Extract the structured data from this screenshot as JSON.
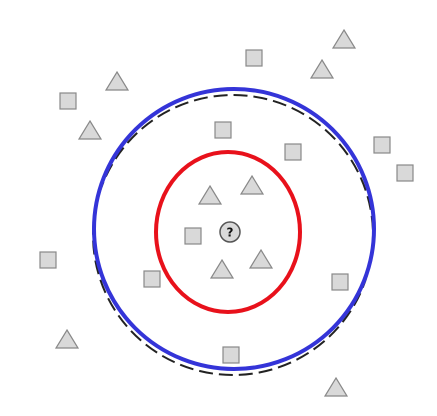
{
  "diagram": {
    "query": {
      "label": "?"
    },
    "colors": {
      "inner_circle": "#e8111b",
      "outer_circle": "#3434d8",
      "dashed_circle": "#222222",
      "shape_fill": "#d9d9d9",
      "shape_stroke": "#888888"
    },
    "shapes": [
      "square",
      "triangle",
      "triangle",
      "square",
      "triangle",
      "triangle",
      "square",
      "square",
      "square",
      "square",
      "triangle",
      "triangle",
      "square",
      "triangle",
      "triangle",
      "square",
      "square",
      "square",
      "triangle",
      "square",
      "triangle"
    ]
  }
}
